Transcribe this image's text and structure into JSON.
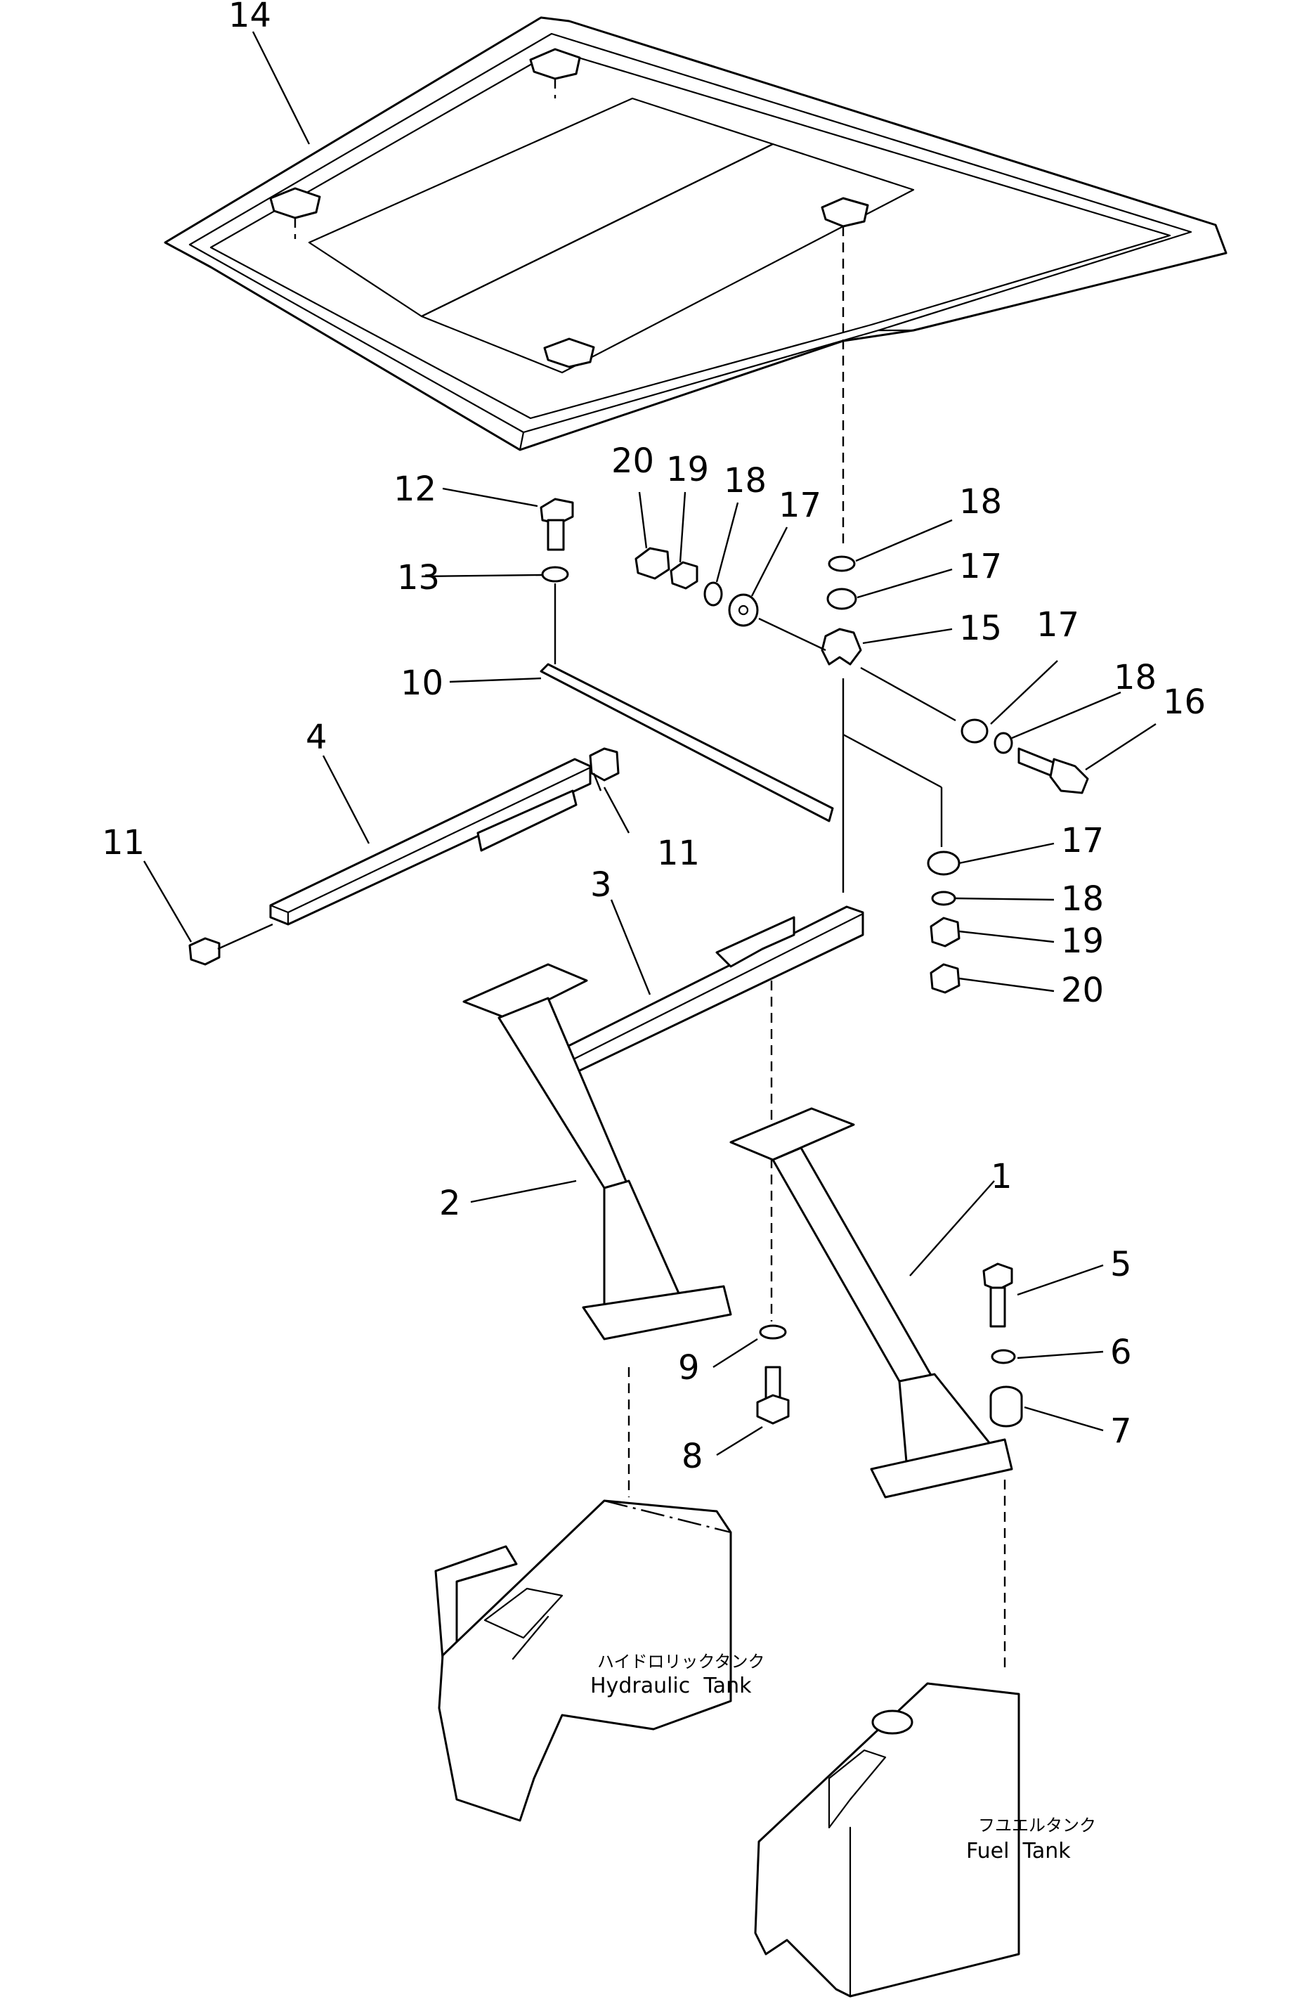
{
  "callouts": {
    "c1": "1",
    "c2": "2",
    "c3": "3",
    "c4": "4",
    "c5": "5",
    "c6": "6",
    "c7": "7",
    "c8": "8",
    "c9": "9",
    "c10": "10",
    "c11a": "11",
    "c11b": "11",
    "c12": "12",
    "c13": "13",
    "c14": "14",
    "c15": "15",
    "c16": "16",
    "c17a": "17",
    "c17b": "17",
    "c17c": "17",
    "c17d": "17",
    "c18a": "18",
    "c18b": "18",
    "c18c": "18",
    "c18d": "18",
    "c19a": "19",
    "c19b": "19",
    "c20a": "20",
    "c20b": "20"
  },
  "tanks": {
    "hydraulic": {
      "label_jp": "ハイドロリックタンク",
      "label_en": "Hydraulic  Tank"
    },
    "fuel": {
      "label_jp": "フユエルタンク",
      "label_en": "Fuel  Tank"
    }
  }
}
